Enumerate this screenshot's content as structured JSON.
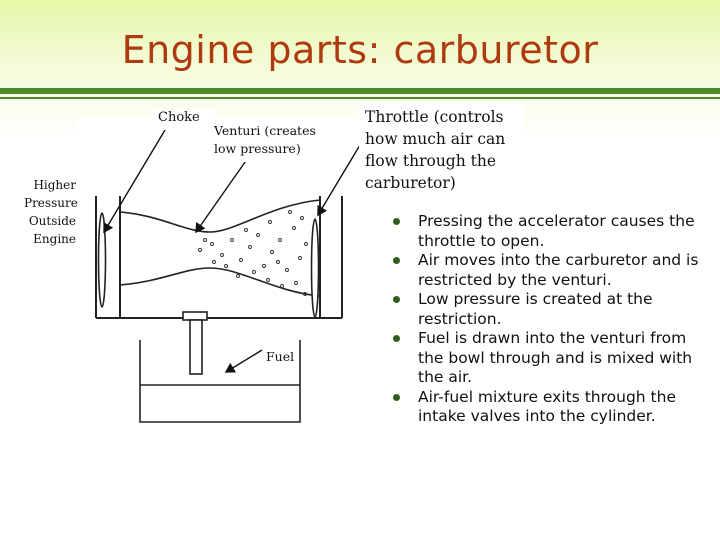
{
  "slide": {
    "title": "Engine parts: carburetor"
  },
  "diagram": {
    "labels": {
      "choke": "Choke",
      "venturi": "Venturi (creates low pressure)",
      "higher_pressure": "Higher Pressure Outside Engine",
      "fuel": "Fuel",
      "throttle": "Throttle (controls how much air can flow through the carburetor)"
    }
  },
  "bullets": [
    "Pressing the accelerator causes the throttle to open.",
    "Air moves into the carburetor and is restricted by the venturi.",
    "Low pressure is created at the restriction.",
    "Fuel is drawn into the venturi from the bowl through and is mixed with the air.",
    "Air-fuel mixture exits through the intake valves into the cylinder."
  ],
  "colors": {
    "title": "#b03a10",
    "rule": "#4d8b2a",
    "bullet": "#2d5d1a"
  }
}
